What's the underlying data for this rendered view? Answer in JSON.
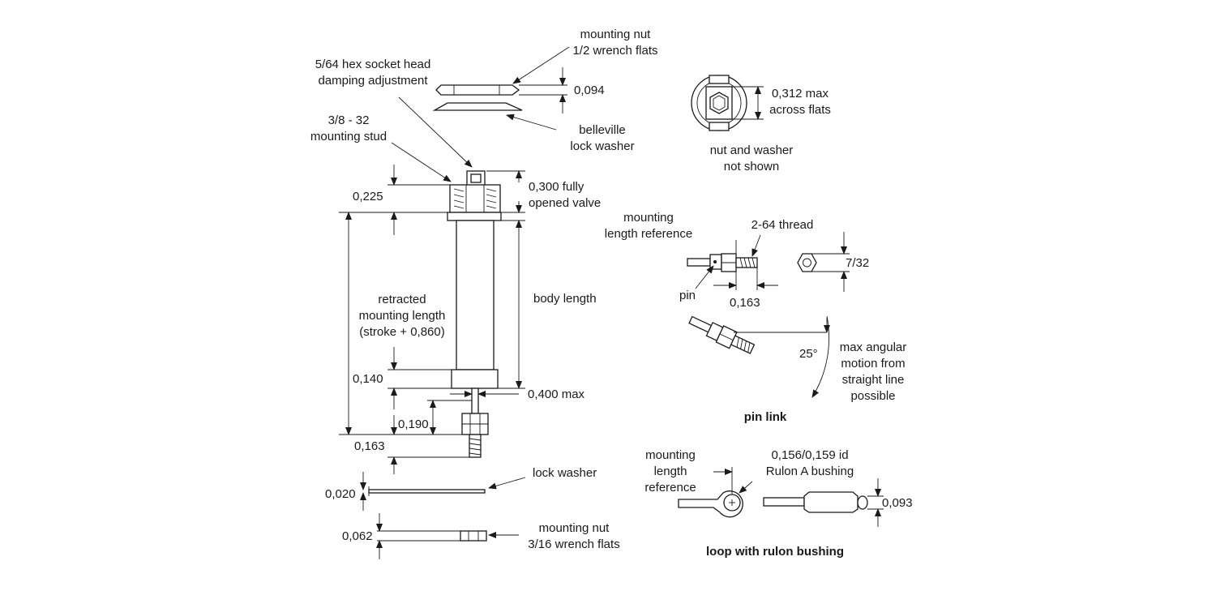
{
  "colors": {
    "ink": "#1a1a1a",
    "background": "#ffffff"
  },
  "labels": {
    "mounting_nut_top_1": "mounting nut",
    "mounting_nut_top_2": "1/2 wrench flats",
    "hex_socket_1": "5/64 hex socket head",
    "hex_socket_2": "damping adjustment",
    "dim_0094": "0,094",
    "belleville_1": "belleville",
    "belleville_2": "lock washer",
    "stud_1": "3/8 - 32",
    "stud_2": "mounting stud",
    "valve_1": "0,300 fully",
    "valve_2": "opened valve",
    "dim_0225": "0,225",
    "retracted_1": "retracted",
    "retracted_2": "mounting length",
    "retracted_3": "(stroke + 0,860)",
    "body_length": "body length",
    "dim_0140": "0,140",
    "dim_0400": "0,400 max",
    "dim_0190": "0,190",
    "dim_0163_left": "0,163",
    "lock_washer": "lock washer",
    "dim_0020": "0,020",
    "mounting_nut_bottom_1": "mounting nut",
    "mounting_nut_bottom_2": "3/16 wrench flats",
    "dim_0062": "0,062",
    "max_across_1": "0,312 max",
    "max_across_2": "across flats",
    "nut_washer_1": "nut and washer",
    "nut_washer_2": "not shown",
    "mount_ref_1": "mounting",
    "mount_ref_2": "length reference",
    "thread": "2-64 thread",
    "dim_732": "7/32",
    "pin": "pin",
    "dim_0163_pin": "0,163",
    "angle": "25°",
    "max_angular_1": "max angular",
    "max_angular_2": "motion from",
    "max_angular_3": "straight line",
    "max_angular_4": "possible",
    "pin_link_title": "pin link",
    "loop_ref_1": "mounting",
    "loop_ref_2": "length",
    "loop_ref_3": "reference",
    "bushing_1": "0,156/0,159 id",
    "bushing_2": "Rulon A bushing",
    "dim_0093": "0,093",
    "loop_title": "loop with rulon bushing"
  }
}
